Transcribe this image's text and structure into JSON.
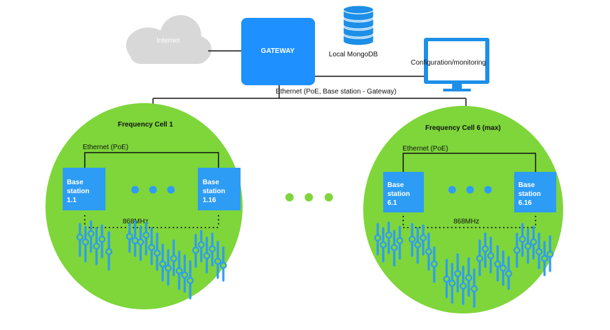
{
  "colors": {
    "cell_green": "#7ed63a",
    "station_blue": "#2d9cf5",
    "gateway_blue": "#1e90ff",
    "cloud_gray": "#d8d8d8",
    "db_blue": "#1d8fe8",
    "line": "#111111"
  },
  "internet": {
    "label": "Internet",
    "icon": "cloud-icon"
  },
  "gateway": {
    "label": "GATEWAY"
  },
  "database": {
    "label": "Local MongoDB",
    "icon": "database-icon"
  },
  "monitor": {
    "label": "Configuration/monitoring",
    "icon": "monitor-icon"
  },
  "backbone": {
    "label": "Ethernet (PoE, Base station - Gateway)"
  },
  "ellipsis": "• • •",
  "cells": [
    {
      "title": "Frequency Cell 1",
      "ethernet_label": "Ethernet (PoE)",
      "radio_label": "868MHz",
      "stations": [
        {
          "line1": "Base",
          "line2": "station",
          "line3": "1.1"
        },
        {
          "line1": "Base",
          "line2": "station",
          "line3": "1.16"
        }
      ]
    },
    {
      "title": "Frequency Cell 6 (max)",
      "ethernet_label": "Ethernet (PoE)",
      "radio_label": "868MHz",
      "stations": [
        {
          "line1": "Base",
          "line2": "station",
          "line3": "6.1"
        },
        {
          "line1": "Base",
          "line2": "station",
          "line3": "6.16"
        }
      ]
    }
  ]
}
